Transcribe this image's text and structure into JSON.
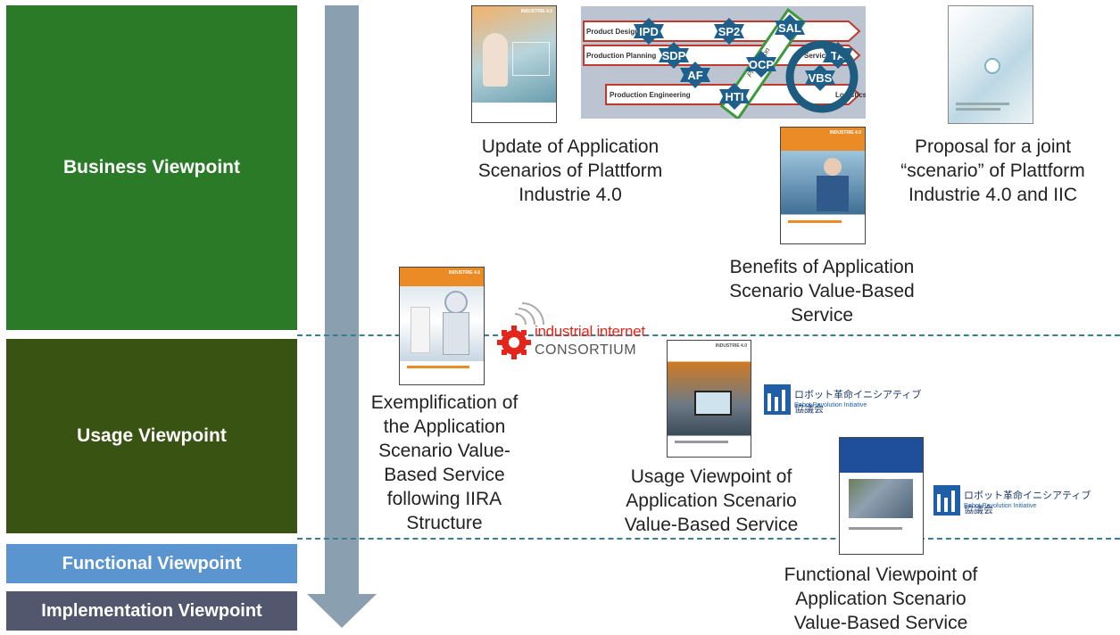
{
  "viewpoints": {
    "business": "Business Viewpoint",
    "usage": "Usage Viewpoint",
    "functional": "Functional Viewpoint",
    "implementation": "Implementation Viewpoint"
  },
  "map": {
    "rows": [
      "Product Design",
      "Production Planning",
      "Production Engineering",
      "Service"
    ],
    "scenarios": [
      "IPD",
      "SP2",
      "SAL",
      "SDP",
      "OCP",
      "TA",
      "AF",
      "VBS",
      "HTI"
    ],
    "band_text": "Production",
    "end_label": "Logistics"
  },
  "captions": {
    "update_apps": "Update of Application Scenarios of Plattform Industrie 4.0",
    "joint_proposal": "Proposal for a joint “scenario” of Plattform Industrie 4.0 and IIC",
    "benefits_vbs": "Benefits of Application Scenario Value-Based Service",
    "exemplification": "Exemplification of the Application Scenario Value-Based Service following IIRA Structure",
    "usage_vbs": "Usage Viewpoint of Application Scenario Value-Based Service",
    "functional_vbs": "Functional Viewpoint of Application Scenario Value-Based Service"
  },
  "logos": {
    "iic_line1": "industrial internet",
    "iic_line2": "CONSORTIUM",
    "rri_jp": "ロボット革命イニシアティブ協議会",
    "rri_en": "Robot Revolution Initiative"
  },
  "colors": {
    "business": "#2a7a28",
    "usage": "#395312",
    "functional": "#5b95d0",
    "implementation": "#53576e",
    "arrow": "#8aa0b0",
    "dashed_line": "#3a7f91",
    "iic_red": "#e2261c",
    "accent_orange": "#ea8b25"
  }
}
